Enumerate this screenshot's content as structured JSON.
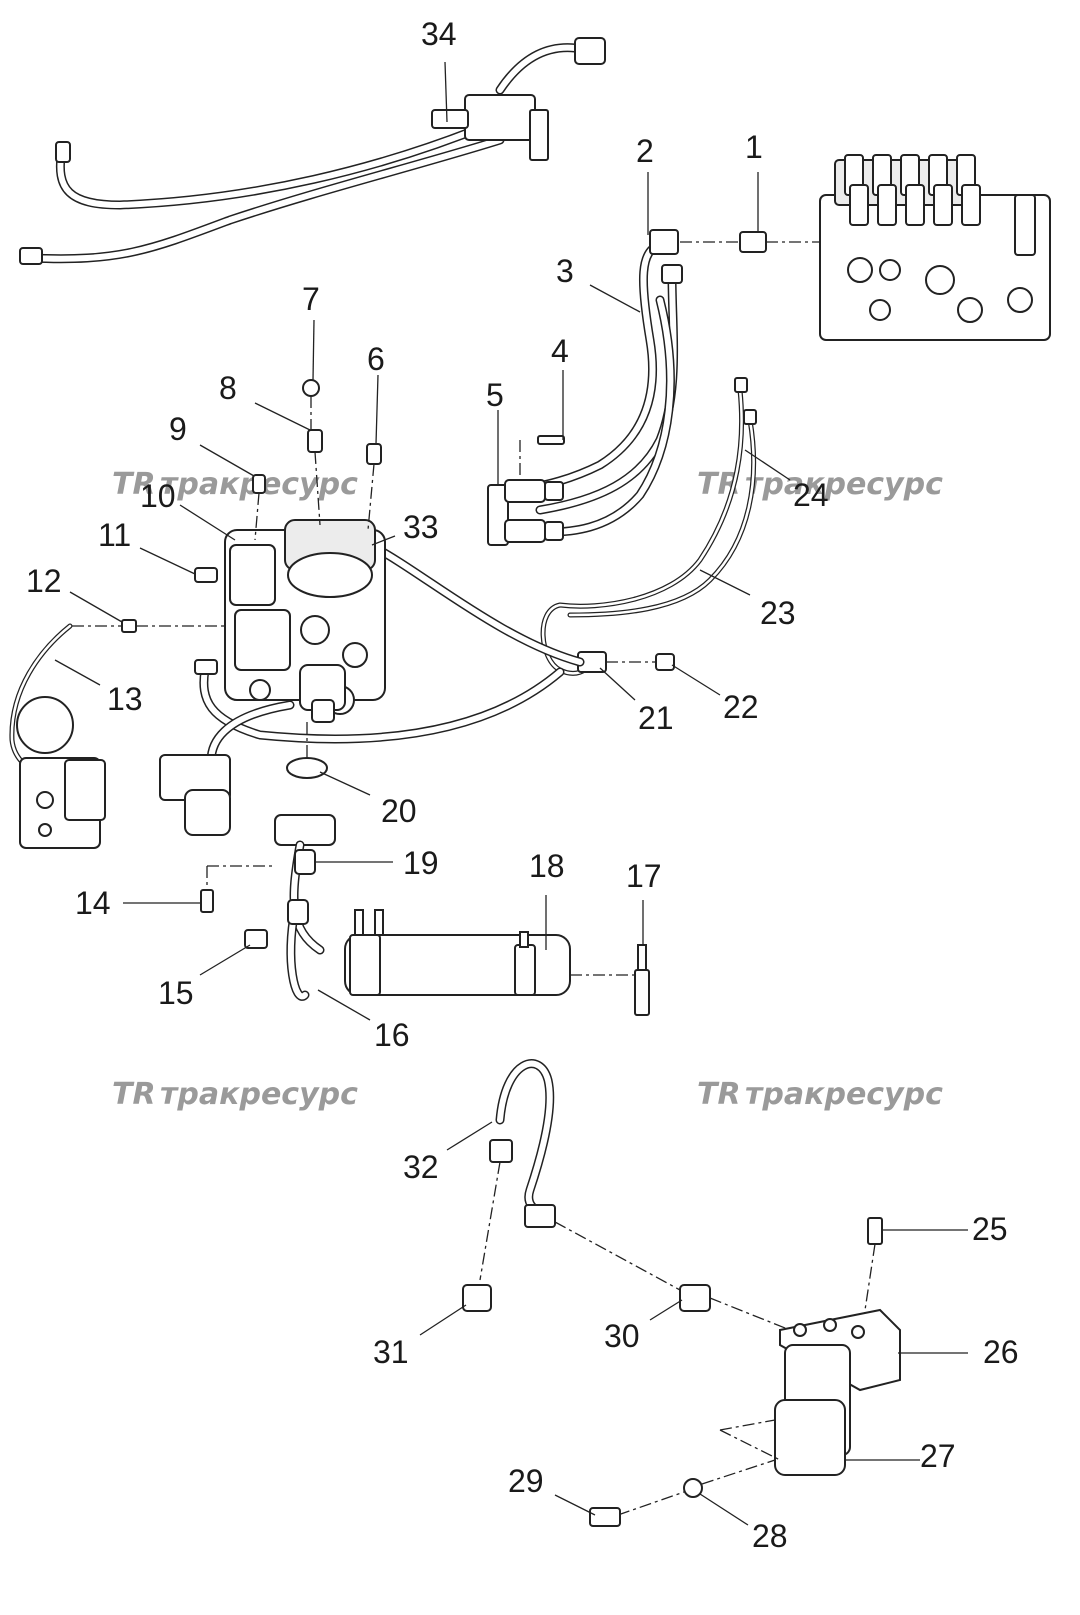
{
  "diagram": {
    "watermark_text": "тракресурс",
    "watermark_logo": "TR",
    "callouts": [
      "1",
      "2",
      "3",
      "4",
      "5",
      "6",
      "7",
      "8",
      "9",
      "10",
      "11",
      "12",
      "13",
      "14",
      "15",
      "16",
      "17",
      "18",
      "19",
      "20",
      "21",
      "22",
      "23",
      "24",
      "25",
      "26",
      "27",
      "28",
      "29",
      "30",
      "31",
      "32",
      "33",
      "34"
    ]
  }
}
